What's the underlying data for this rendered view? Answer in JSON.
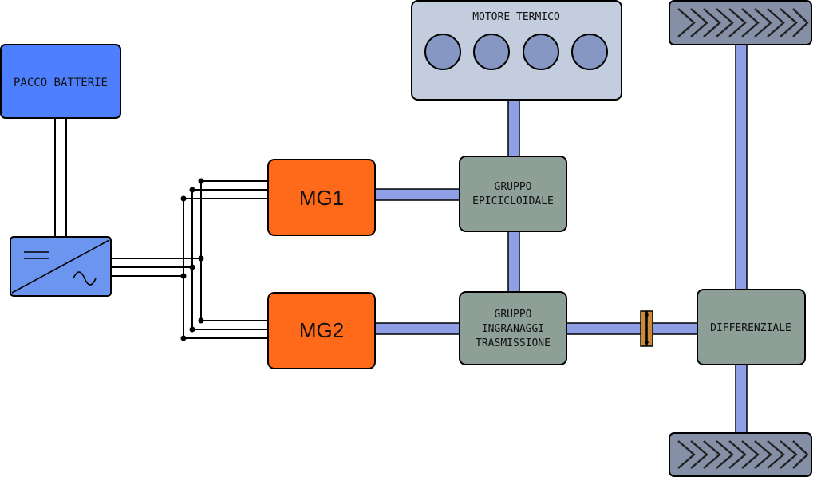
{
  "colors": {
    "battery": "#4d7fff",
    "inverter": "#6c95f0",
    "engine": "#c3cddd",
    "cylinder": "#8597c2",
    "motor": "#ff6a1a",
    "gear": "#8d9f97",
    "shaft": "#8e9fe6",
    "tire": "#8590a6",
    "tread": "#222222",
    "line": "#000000"
  },
  "components": {
    "battery": "PACCO BATTERIE",
    "engine": "MOTORE TERMICO",
    "mg1": "MG1",
    "mg2": "MG2",
    "planetary": [
      "GRUPPO",
      "EPICICLOIDALE"
    ],
    "transmission": [
      "GRUPPO",
      "INGRANAGGI",
      "TRASMISSIONE"
    ],
    "differential": "DIFFERENZIALE"
  },
  "icons": {
    "inverter": "dc-ac-inverter-icon",
    "tire": "tire-tread-icon",
    "coupling": "shaft-coupling-icon"
  }
}
